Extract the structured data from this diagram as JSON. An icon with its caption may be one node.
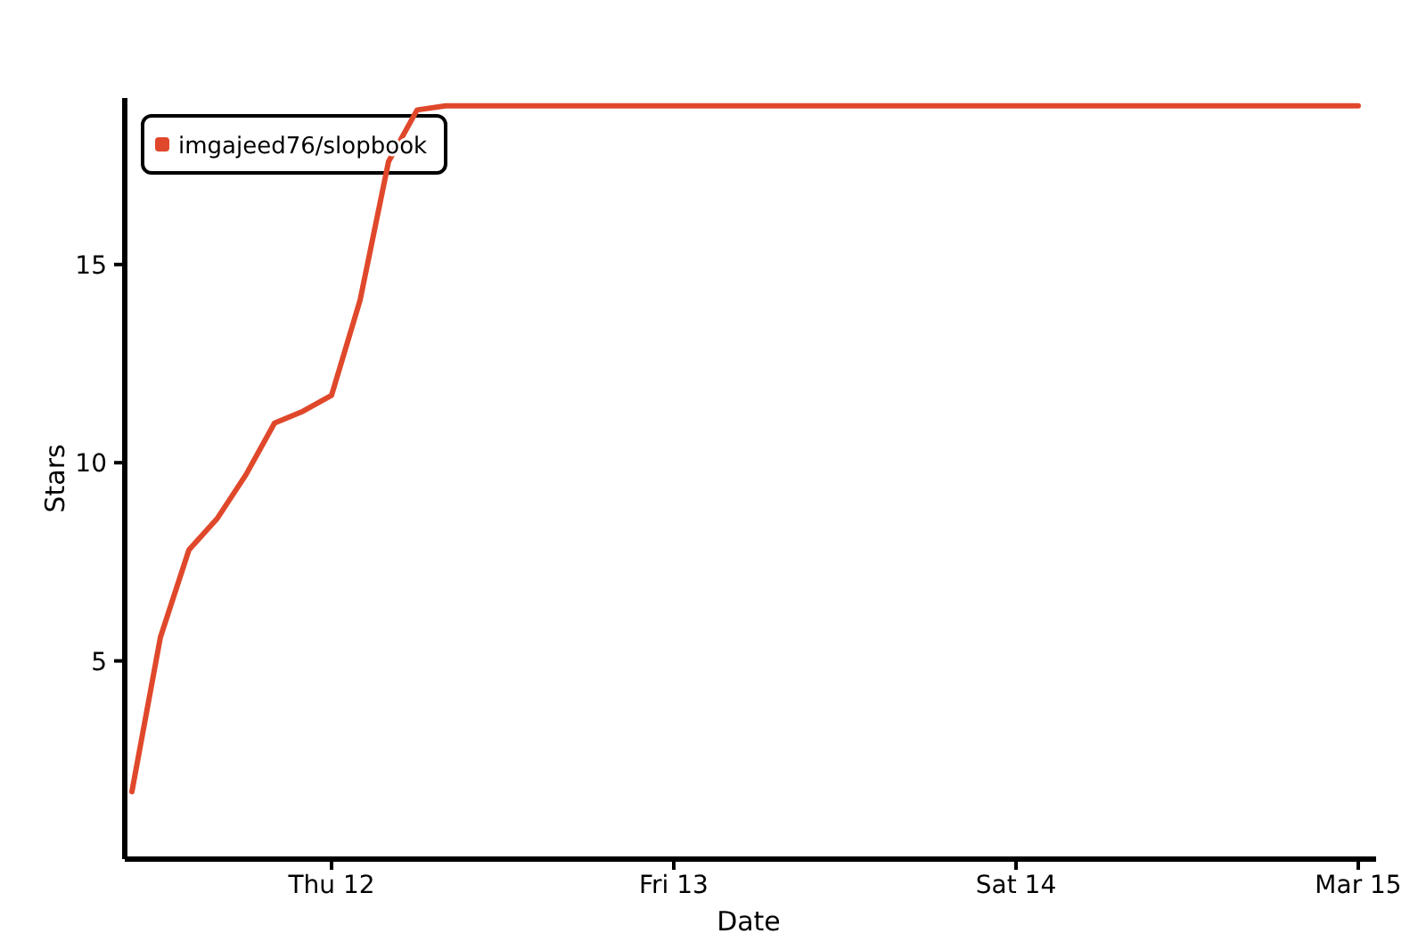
{
  "diagram": {
    "chart_data": {
      "type": "line",
      "xlabel": "Date",
      "ylabel": "Stars",
      "categories": [
        null,
        null,
        null,
        null,
        null,
        null,
        null,
        "Thu 12",
        null,
        null,
        null,
        null,
        null,
        null,
        null,
        null,
        null,
        null,
        null,
        "Fri 13",
        null,
        null,
        null,
        null,
        null,
        null,
        null,
        null,
        null,
        null,
        null,
        "Sat 14",
        null,
        null,
        null,
        null,
        null,
        null,
        null,
        null,
        null,
        null,
        null,
        "Mar 15"
      ],
      "series": [
        {
          "name": "imgajeed76/slopbook",
          "color": "#e0482b",
          "values": [
            1.7,
            5.6,
            7.8,
            8.6,
            9.7,
            11.0,
            11.3,
            11.7,
            14.1,
            17.6,
            18.9,
            19,
            19,
            19,
            19,
            19,
            19,
            19,
            19,
            19,
            19,
            19,
            19,
            19,
            19,
            19,
            19,
            19,
            19,
            19,
            19,
            19,
            19,
            19,
            19,
            19,
            19,
            19,
            19,
            19,
            19,
            19,
            19,
            19
          ]
        }
      ],
      "ylim": [
        0,
        19.2
      ],
      "yticks": [
        5,
        10,
        15
      ]
    }
  }
}
